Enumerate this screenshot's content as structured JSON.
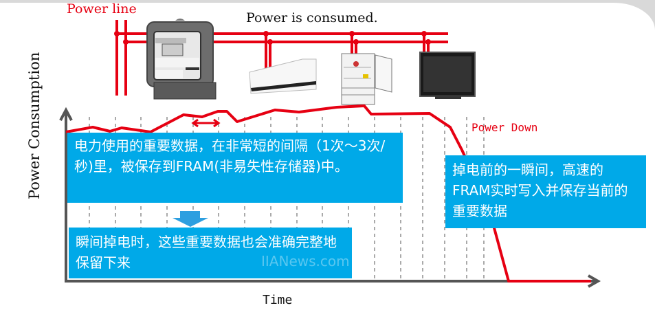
{
  "diagram": {
    "power_line_label": "Power line",
    "power_consumed_label": "Power is consumed.",
    "power_down_label": "Power Down",
    "y_axis_label": "Power Consumption",
    "x_axis_label": "Time",
    "appliances": [
      "electricity-meter",
      "air-conditioner",
      "refrigerator",
      "television"
    ],
    "boxes": {
      "interval_save": "电力使用的重要数据，在非常短的间隔（1次～3次/秒)里，被保存到FRAM(非易失性存储器)中。",
      "retained": "瞬间掉电时，这些重要数据也会准确完整地保留下来",
      "before_power_down": "掉电前的一瞬间，高速的FRAM实时写入并保存当前的重要数据"
    },
    "watermark": "IIANews.com",
    "colors": {
      "accent_red": "#e60012",
      "box_blue": "#00a9e8",
      "axis_gray": "#555555"
    }
  }
}
